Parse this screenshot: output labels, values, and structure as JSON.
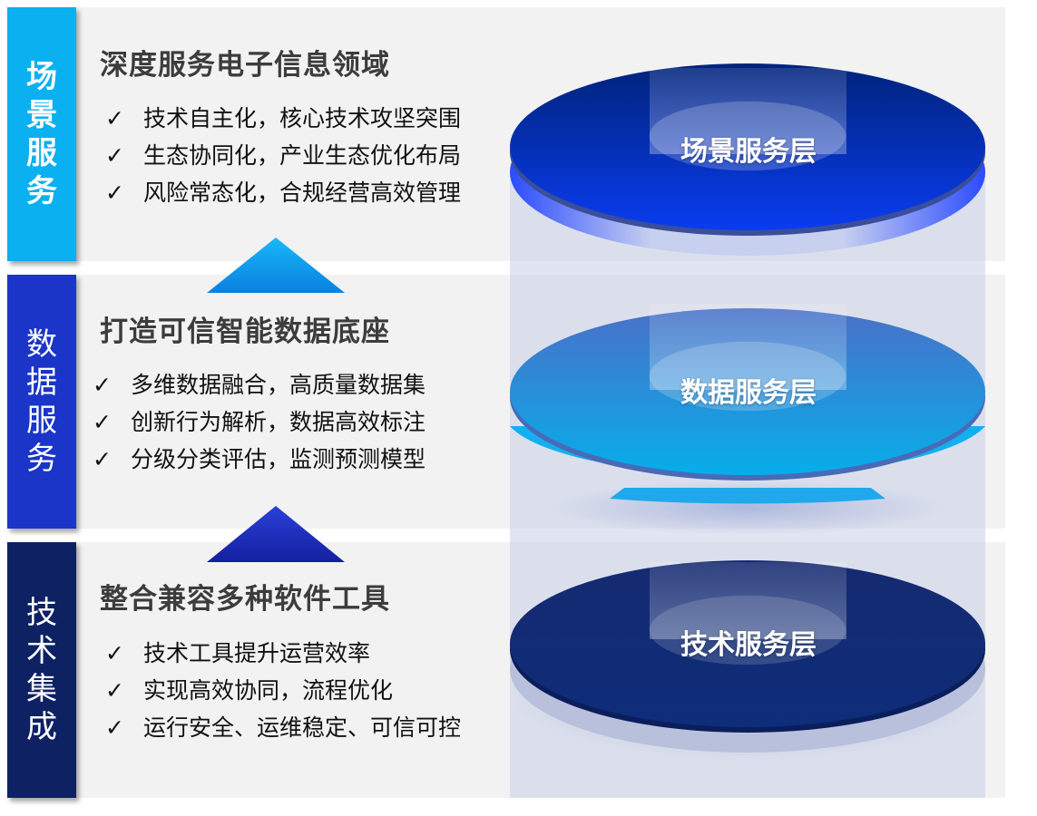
{
  "colors": {
    "scene": "#0bb0f0",
    "data": "#1a35c8",
    "tech": "#0d2163",
    "panel": "#f2f2f2"
  },
  "sections": [
    {
      "side_label": [
        "场",
        "景",
        "服",
        "务"
      ],
      "title": "深度服务电子信息领域",
      "items": [
        "技术自主化，核心技术攻坚突围",
        "生态协同化，产业生态优化布局",
        "风险常态化，合规经营高效管理"
      ],
      "disc_label": "场景服务层"
    },
    {
      "side_label": [
        "数",
        "据",
        "服",
        "务"
      ],
      "title": "打造可信智能数据底座",
      "items": [
        "多维数据融合，高质量数据集",
        "创新行为解析，数据高效标注",
        "分级分类评估，监测预测模型"
      ],
      "disc_label": "数据服务层"
    },
    {
      "side_label": [
        "技",
        "术",
        "集",
        "成"
      ],
      "title": "整合兼容多种软件工具",
      "items": [
        "技术工具提升运营效率",
        "实现高效协同，流程优化",
        "运行安全、运维稳定、可信可控"
      ],
      "disc_label": "技术服务层"
    }
  ],
  "check_mark": "✓"
}
